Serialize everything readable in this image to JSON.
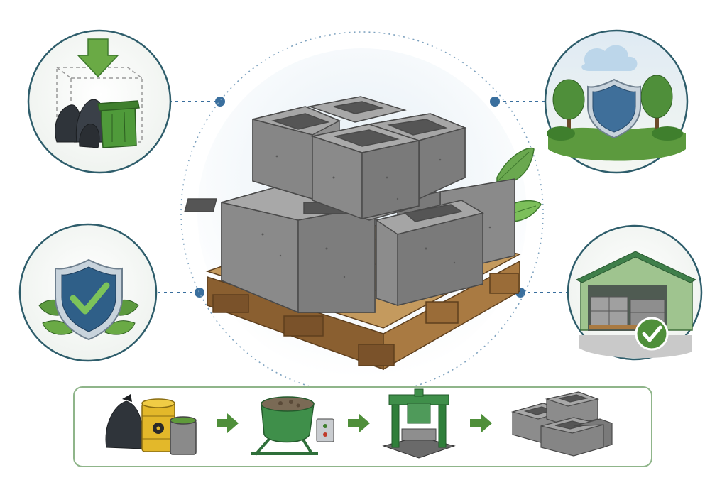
{
  "diagram": {
    "central": {
      "icon": "concrete-block-pallet-icon"
    },
    "side_nodes": [
      {
        "id": "waste-reduction",
        "icon": "waste-volume-reduction-icon"
      },
      {
        "id": "environment-protection",
        "icon": "environment-shield-icon"
      },
      {
        "id": "safety",
        "icon": "shield-checkmark-icon"
      },
      {
        "id": "storage",
        "icon": "warehouse-storage-icon"
      }
    ],
    "process_steps": [
      {
        "id": "waste-input",
        "icon": "waste-and-barrels-icon"
      },
      {
        "id": "mixing",
        "icon": "concrete-mixer-icon"
      },
      {
        "id": "pressing",
        "icon": "block-press-machine-icon"
      },
      {
        "id": "blocks-output",
        "icon": "finished-blocks-icon"
      }
    ]
  },
  "colors": {
    "accent_green": "#4f8f3a",
    "node_ring": "#2e5d6b",
    "connector_blue": "#3a6f9e",
    "concrete": "#8f8f8f",
    "pallet_wood": "#a97a42",
    "process_panel_border": "#8fb58a"
  }
}
